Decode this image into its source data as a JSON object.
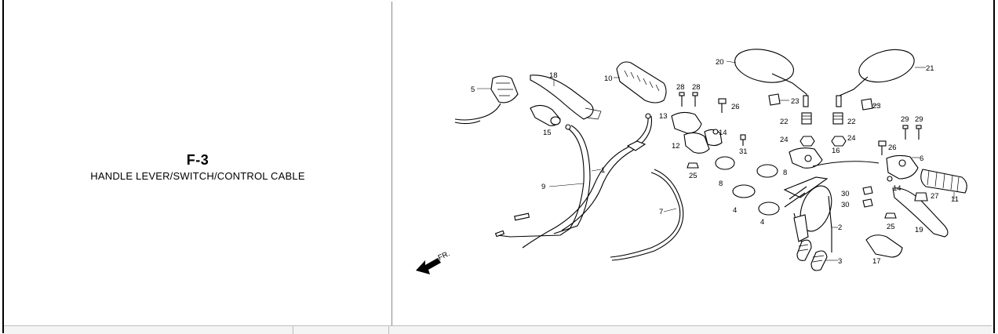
{
  "section": {
    "code": "F-3",
    "title": "HANDLE LEVER/SWITCH/CONTROL CABLE"
  },
  "diagram": {
    "direction_label": "FR.",
    "callouts": [
      "1",
      "2",
      "3",
      "4",
      "4",
      "5",
      "6",
      "7",
      "8",
      "8",
      "9",
      "10",
      "11",
      "12",
      "13",
      "14",
      "14",
      "15",
      "16",
      "17",
      "18",
      "19",
      "20",
      "21",
      "22",
      "22",
      "23",
      "23",
      "24",
      "24",
      "25",
      "25",
      "26",
      "26",
      "27",
      "28",
      "28",
      "29",
      "29",
      "30",
      "30",
      "31"
    ]
  }
}
